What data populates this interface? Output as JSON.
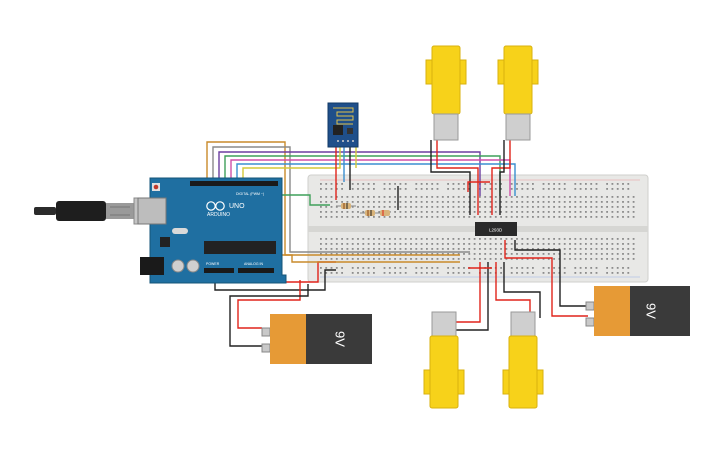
{
  "arduino": {
    "brand": "ARDUINO",
    "model": "UNO",
    "header_digital": "DIGITAL (PWM ~)",
    "header_power": "POWER",
    "header_analog": "ANALOG IN",
    "color": "#1f6fa1"
  },
  "ic": {
    "label": "L293D"
  },
  "batteries": [
    {
      "label": "9V"
    },
    {
      "label": "9V"
    }
  ],
  "colors": {
    "motor": "#f7d21a",
    "battery_body": "#3a3a3a",
    "battery_cap": "#e69a36",
    "breadboard": "#e8e8e6",
    "wire_red": "#e0241b",
    "wire_black": "#222222"
  },
  "icons": [
    "usb-cable-icon",
    "wifi-module-icon",
    "dc-motor-icon",
    "battery-icon",
    "resistor-icon"
  ]
}
